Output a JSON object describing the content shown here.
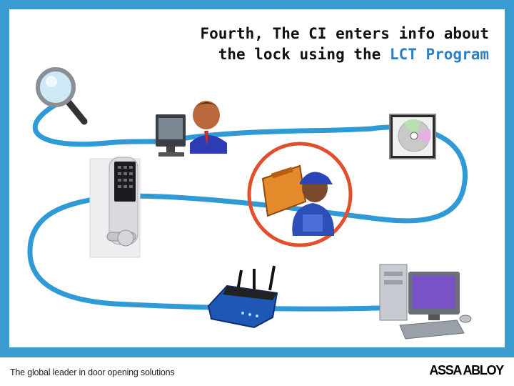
{
  "slide": {
    "title_line1": "Fourth, The CI enters info about",
    "title_line2_prefix": "the lock using the ",
    "title_line2_accent": "LCT Program"
  },
  "footer": {
    "tagline": "The global leader in door opening solutions",
    "brand": "ASSA ABLOY"
  },
  "colors": {
    "frame": "#3a9bd1",
    "path": "#2f9ad6",
    "highlight_ring": "#e0502e",
    "title_accent": "#2f7fc1"
  },
  "icons": [
    "magnifier-icon",
    "computer-user-icon",
    "cd-case-icon",
    "door-lock-icon",
    "locksmith-icon",
    "router-icon",
    "desktop-computer-icon"
  ]
}
